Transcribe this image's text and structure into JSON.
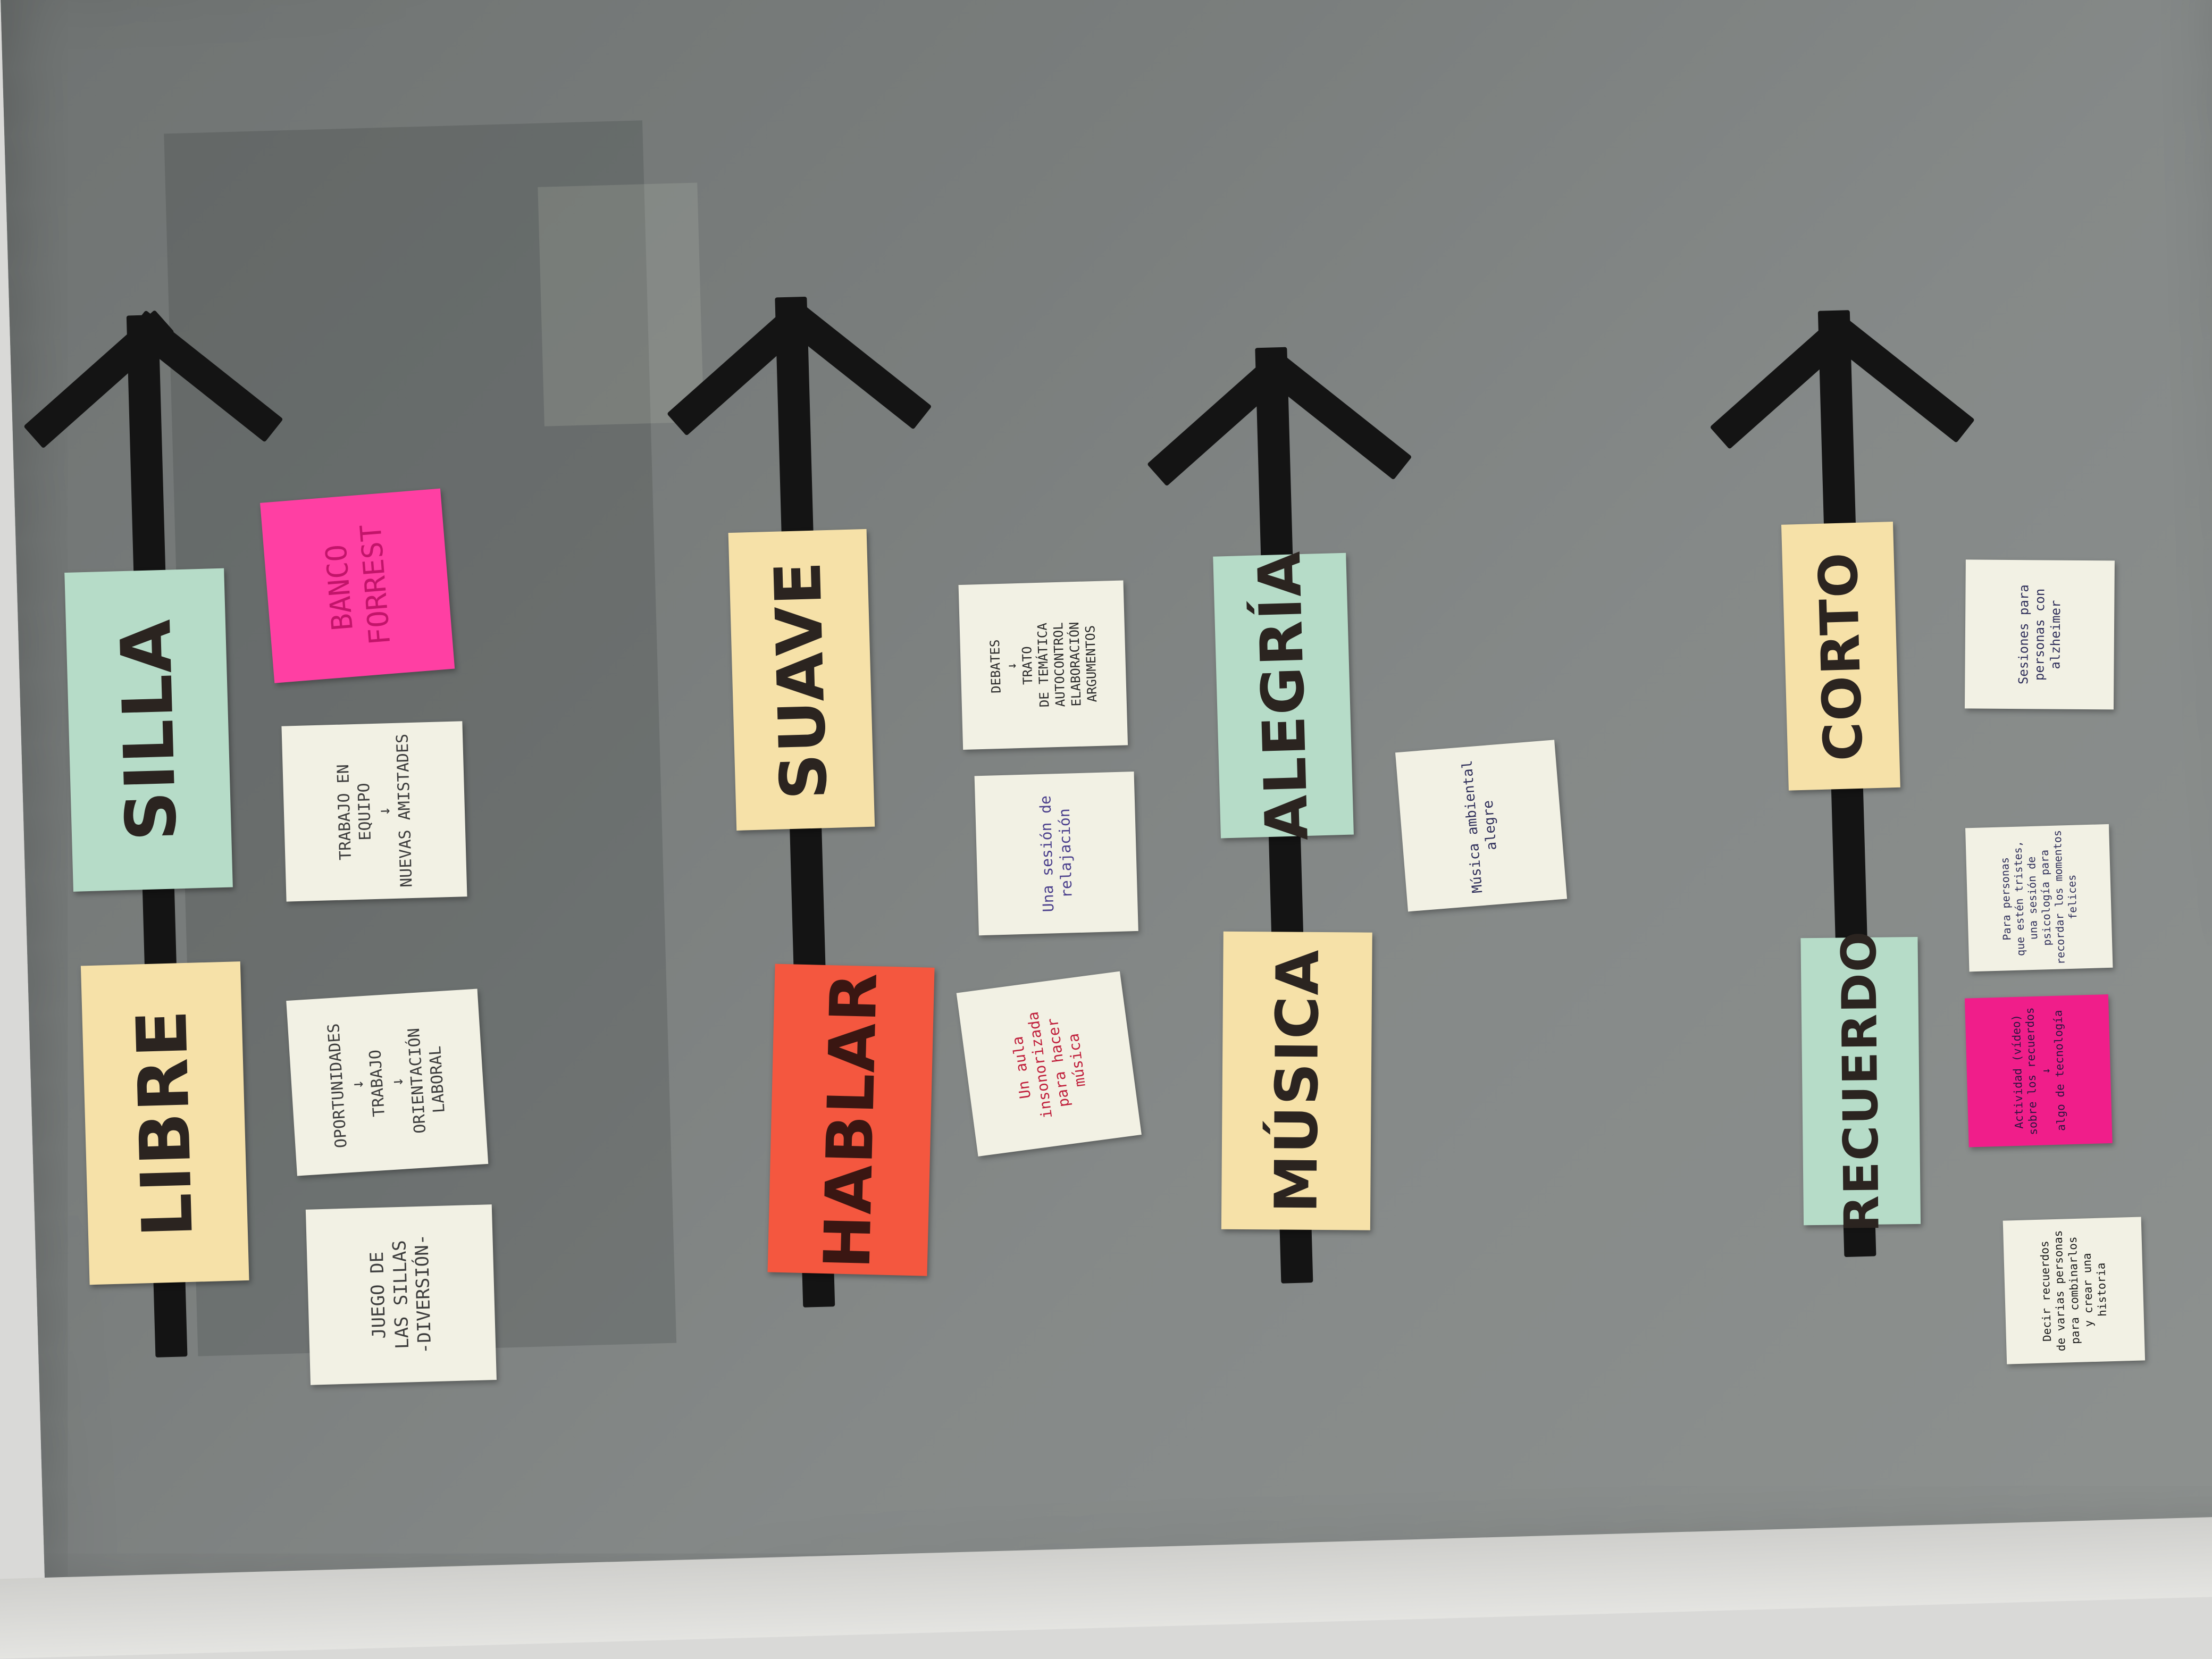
{
  "board": {
    "background": "#7a7e7d"
  },
  "colors": {
    "label_green": "#b6dcc8",
    "label_yellow": "#f6e1a8",
    "label_red": "#f4573f",
    "note_cream": "#f2f1e4",
    "note_pink": "#ff3fa3",
    "note_magenta": "#f01e8a",
    "arrow": "#141414"
  },
  "columns": [
    {
      "top_label": "SILLA",
      "bottom_label": "LIBRE",
      "notes": [
        {
          "text": "BANCO\nFORREST",
          "color": "pink"
        },
        {
          "text": "TRABAJO EN\nEQUIPO\n↓\nNUEVAS AMISTADES",
          "color": "cream"
        },
        {
          "text": "OPORTUNIDADES\n↓\nTRABAJO\n↓\nORIENTACIÓN\nLABORAL",
          "color": "cream"
        },
        {
          "text": "JUEGO DE\nLAS SILLAS\n-DIVERSIÓN-",
          "color": "cream"
        }
      ]
    },
    {
      "top_label": "SUAVE",
      "bottom_label": "HABLAR",
      "notes": [
        {
          "text": "DEBATES\n↓\nTRATO\nDE TEMÁTICA\nAUTOCONTROL\nELABORACIÓN\nARGUMENTOS",
          "color": "cream"
        },
        {
          "text": "Una sesión de\nrelajación",
          "color": "cream"
        },
        {
          "text": "Un aula\ninsonorizada\npara hacer\nmúsica",
          "color": "cream"
        }
      ]
    },
    {
      "top_label": "ALEGRÍA",
      "bottom_label": "MÚSICA",
      "notes": [
        {
          "text": "Música ambiental\nalegre",
          "color": "cream"
        }
      ]
    },
    {
      "top_label": "CORTO",
      "bottom_label": "RECUERDO",
      "notes": [
        {
          "text": "Sesiones para\npersonas con\nalzheimer",
          "color": "cream"
        },
        {
          "text": "Para personas\nque estén tristes,\nuna sesión de\npsicología para\nrecordar los momentos\nfelices",
          "color": "cream"
        },
        {
          "text": "Actividad (vídeo)\nsobre los recuerdos\n↓\nalgo de tecnología",
          "color": "magenta"
        },
        {
          "text": "Decir recuerdos\nde varias personas\npara combinarlos\ny crear una\nhistoria",
          "color": "cream"
        }
      ]
    }
  ]
}
